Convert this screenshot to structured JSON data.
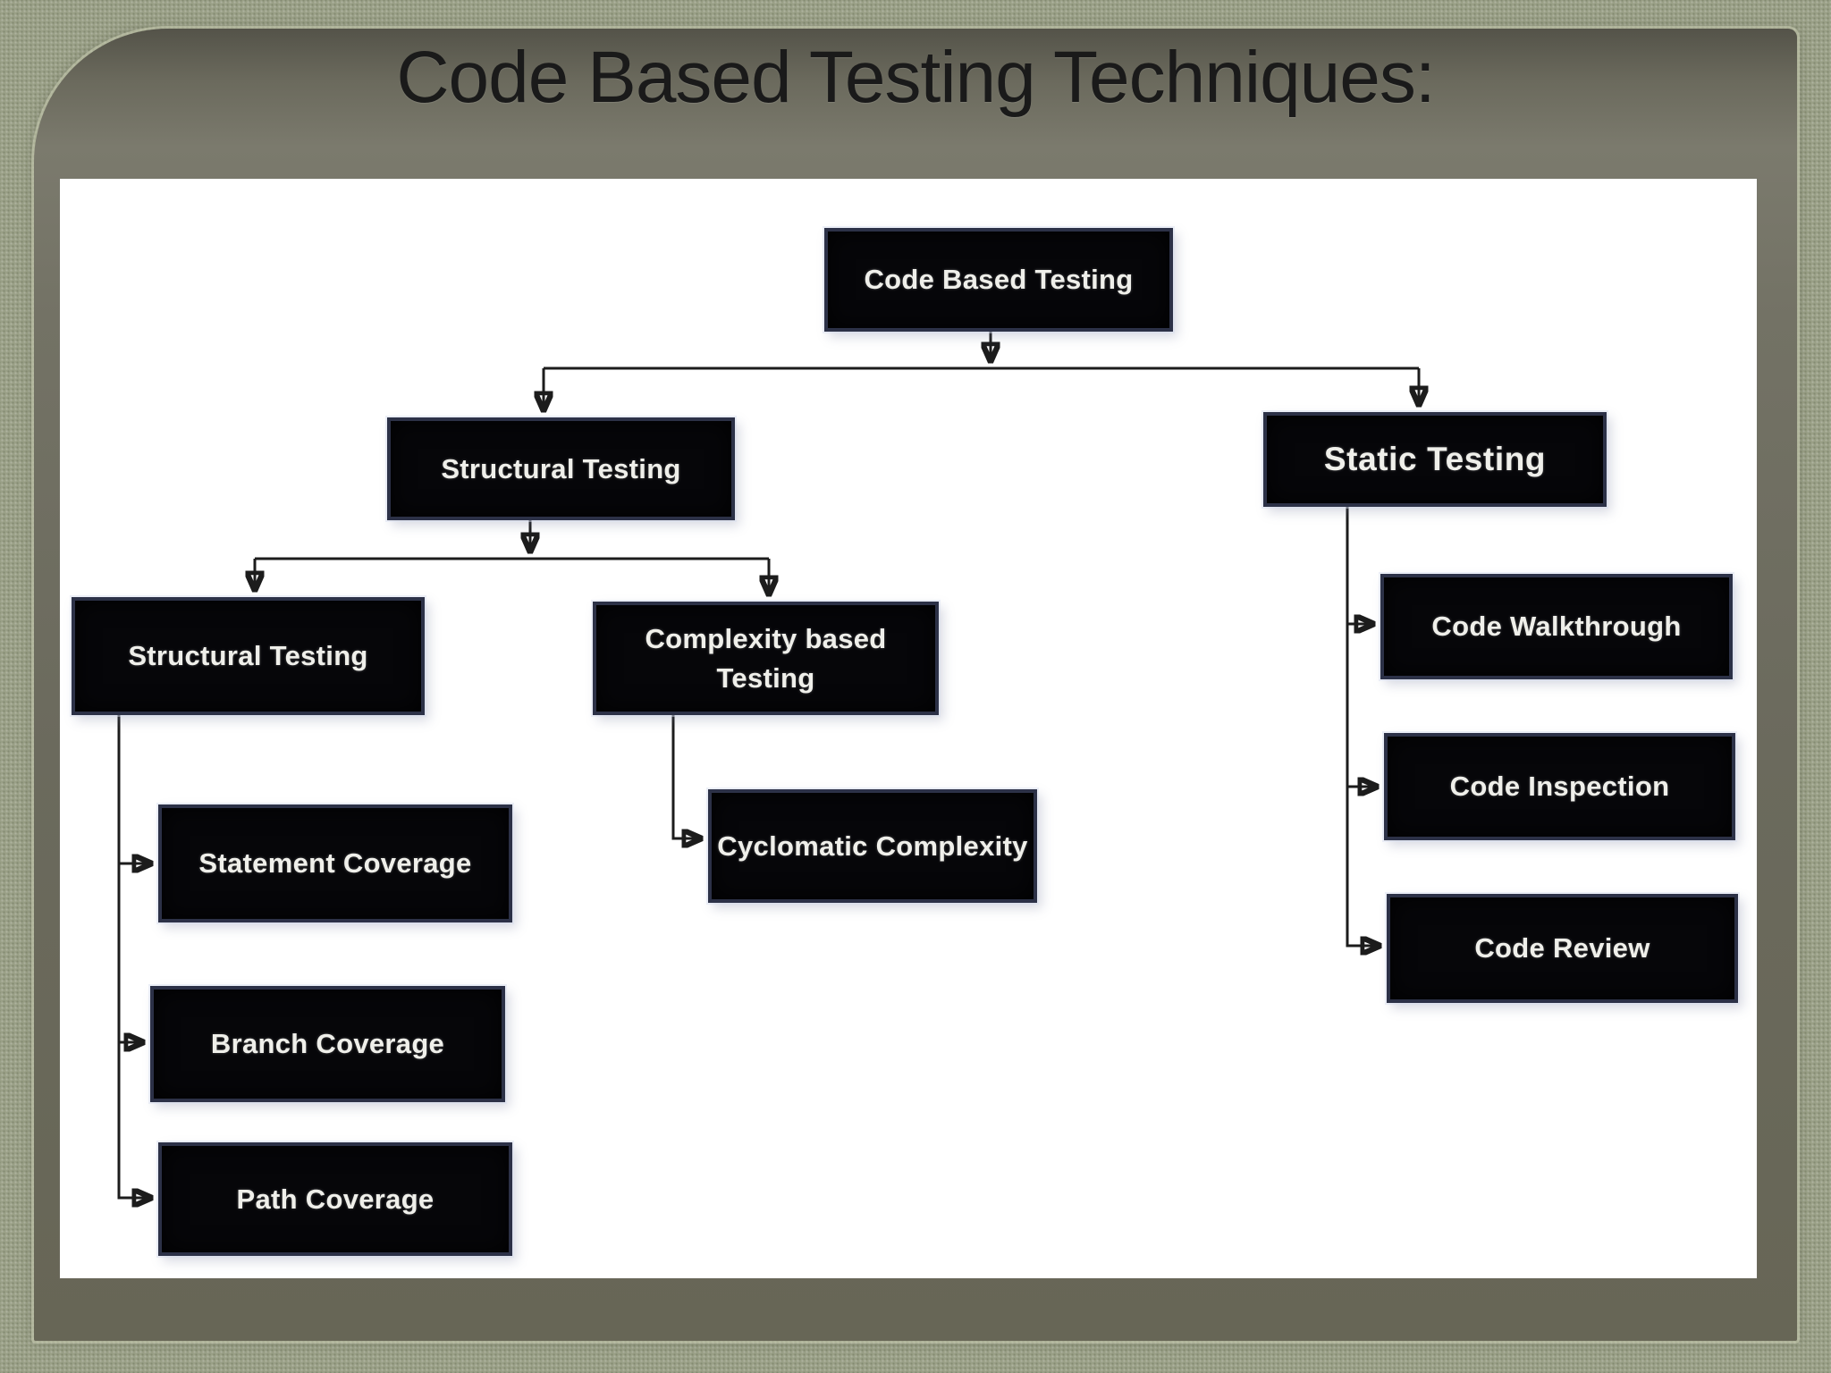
{
  "slide": {
    "title": "Code Based Testing Techniques:"
  },
  "palette": {
    "outer_background": "#9aa087",
    "slide_background": "#6e6d60",
    "panel_background": "#ffffff",
    "node_fill": "#060609",
    "node_border": "#2c3147",
    "node_text": "#efefea",
    "title_text": "#1a1a1a",
    "connector": "#1c1c1c"
  },
  "diagram": {
    "nodes": {
      "root": {
        "label": "Code Based Testing"
      },
      "structural": {
        "label": "Structural Testing"
      },
      "static": {
        "label": "Static Testing"
      },
      "structural_sub": {
        "label": "Structural Testing"
      },
      "complexity": {
        "label": "Complexity based Testing"
      },
      "cyclomatic": {
        "label": "Cyclomatic Complexity"
      },
      "statement": {
        "label": "Statement Coverage"
      },
      "branch": {
        "label": "Branch Coverage"
      },
      "path": {
        "label": "Path Coverage"
      },
      "walkthrough": {
        "label": "Code Walkthrough"
      },
      "inspection": {
        "label": "Code Inspection"
      },
      "review": {
        "label": "Code Review"
      }
    },
    "edges": [
      {
        "from": "Code Based Testing",
        "to": "Structural Testing"
      },
      {
        "from": "Code Based Testing",
        "to": "Static Testing"
      },
      {
        "from": "Structural Testing",
        "to": "Structural Testing (sub)"
      },
      {
        "from": "Structural Testing",
        "to": "Complexity based Testing"
      },
      {
        "from": "Structural Testing (sub)",
        "to": "Statement Coverage"
      },
      {
        "from": "Structural Testing (sub)",
        "to": "Branch Coverage"
      },
      {
        "from": "Structural Testing (sub)",
        "to": "Path Coverage"
      },
      {
        "from": "Complexity based Testing",
        "to": "Cyclomatic Complexity"
      },
      {
        "from": "Static Testing",
        "to": "Code Walkthrough"
      },
      {
        "from": "Static Testing",
        "to": "Code Inspection"
      },
      {
        "from": "Static Testing",
        "to": "Code Review"
      }
    ]
  }
}
